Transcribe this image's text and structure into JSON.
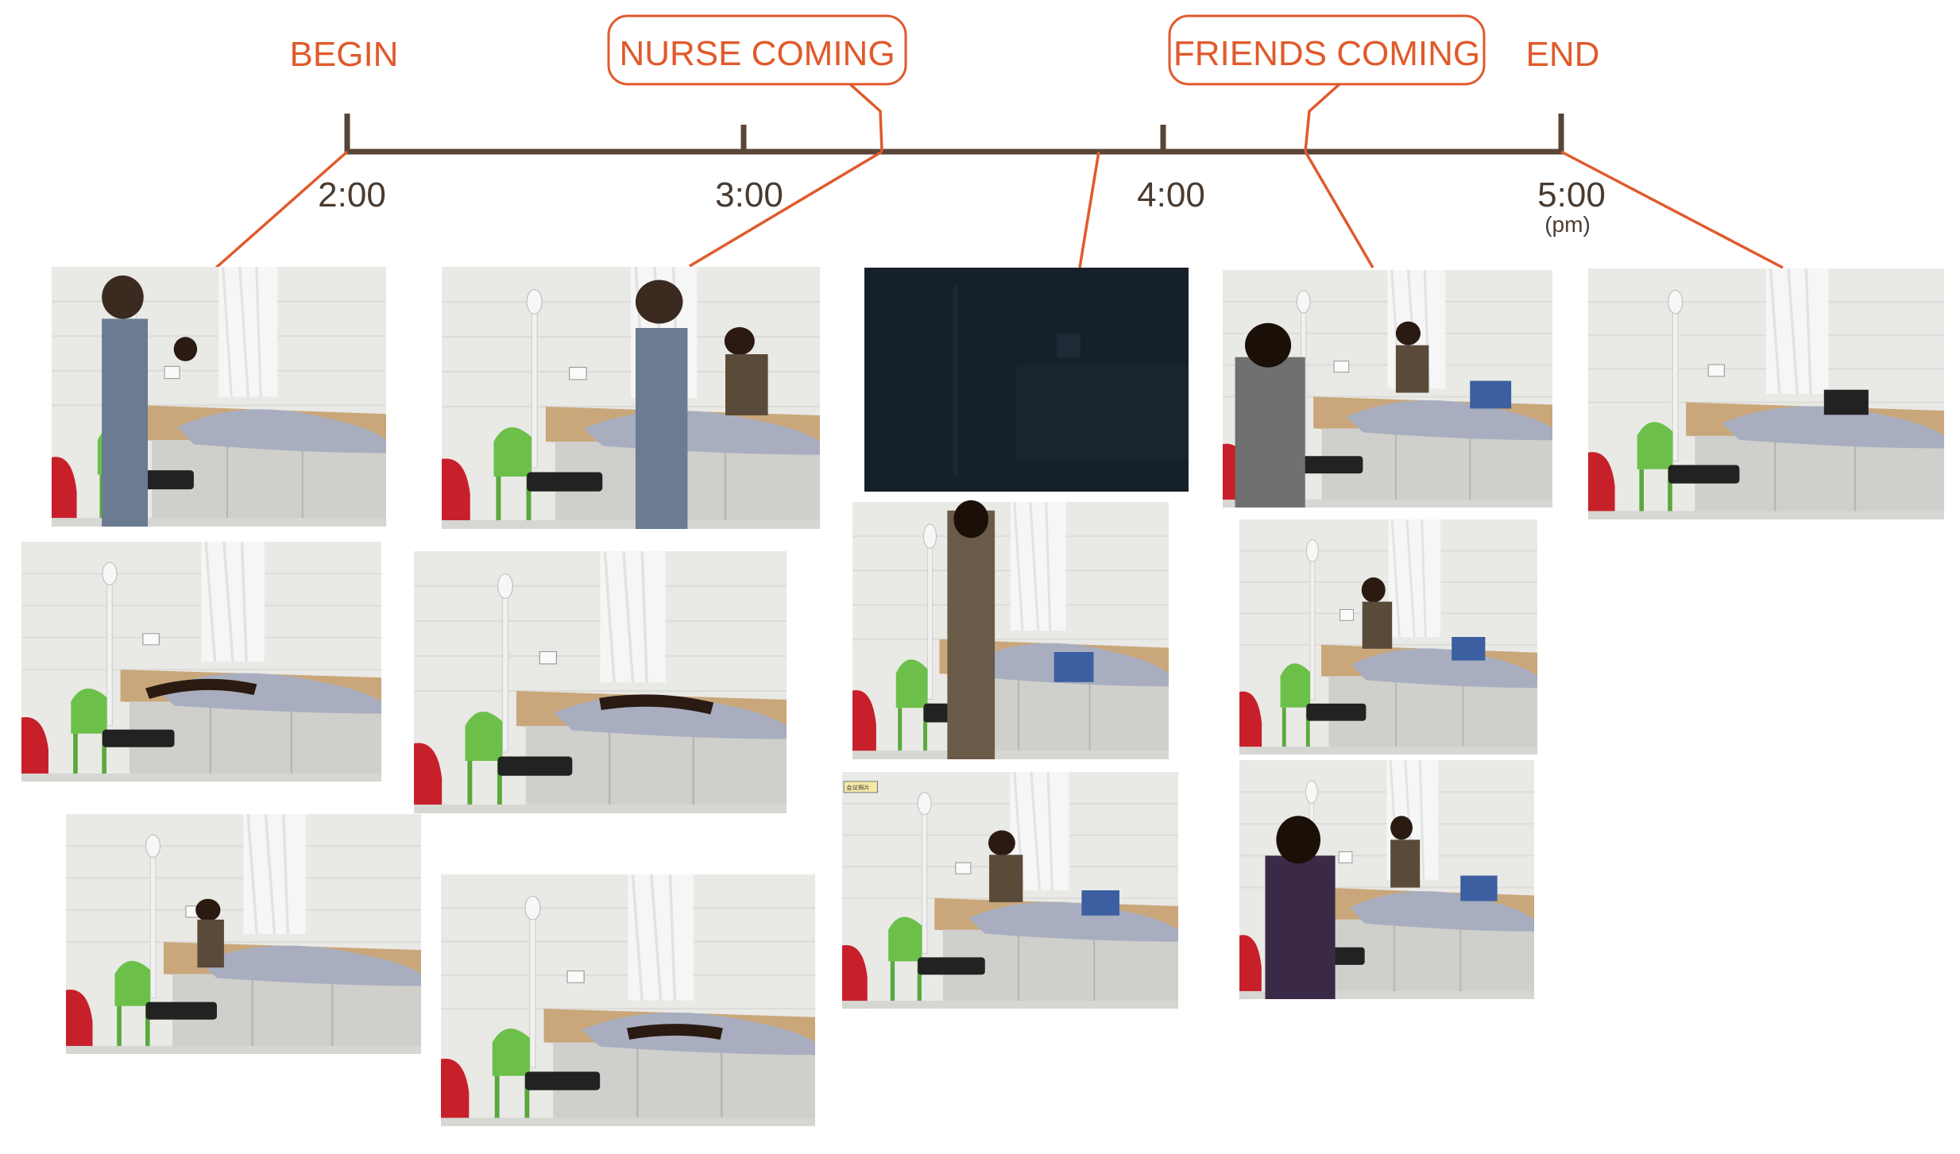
{
  "timeline": {
    "events": {
      "begin": "BEGIN",
      "nurse": "NURSE COMING",
      "friends": "FRIENDS COMING",
      "end": "END"
    },
    "times": {
      "t200": "2:00",
      "t300": "3:00",
      "t400": "4:00",
      "t500": "5:00",
      "t500_note": "(pm)"
    }
  },
  "photos": {
    "col3_tag": "会议照片"
  },
  "colors": {
    "accent": "#e05a2b",
    "axis": "#594438"
  }
}
